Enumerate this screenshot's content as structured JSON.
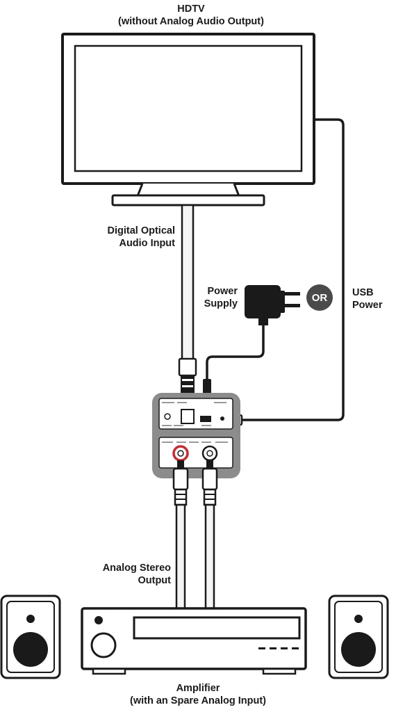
{
  "labels": {
    "hdtv": [
      "HDTV",
      "(without Analog Audio Output)"
    ],
    "optical": [
      "Digital Optical",
      "Audio Input"
    ],
    "power_supply": [
      "Power",
      "Supply"
    ],
    "usb_power": [
      "USB",
      "Power"
    ],
    "analog_stereo": [
      "Analog Stereo",
      "Output"
    ],
    "amplifier": [
      "Amplifier",
      "(with an Spare Analog Input)"
    ]
  },
  "or_badge": "OR",
  "colors": {
    "outline": "#1a1a1a",
    "cable_fill": "#f4f4f4",
    "device_gray": "#8c8c8c",
    "rca_red": "#d0262c",
    "badge": "#4a4a4a"
  }
}
